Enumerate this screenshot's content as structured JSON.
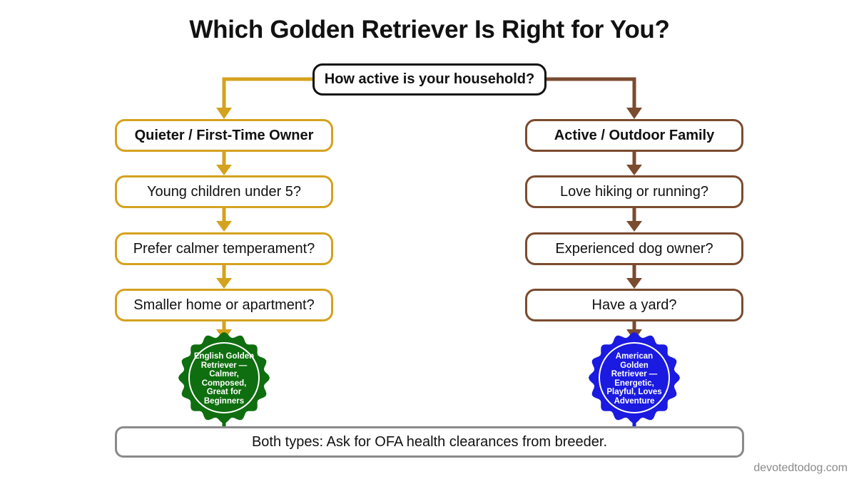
{
  "title": "Which Golden Retriever Is Right for You?",
  "root_question": "How active is your household?",
  "left_branch": {
    "heading": "Quieter / First-Time Owner",
    "questions": [
      "Young children under 5?",
      "Prefer calmer temperament?",
      "Smaller home or apartment?"
    ],
    "result_lines": [
      "English Golden",
      "Retriever —",
      "Calmer,",
      "Composed,",
      "Great for",
      "Beginners"
    ]
  },
  "right_branch": {
    "heading": "Active / Outdoor Family",
    "questions": [
      "Love hiking or running?",
      "Experienced dog owner?",
      "Have a yard?"
    ],
    "result_lines": [
      "American",
      "Golden",
      "Retriever —",
      "Energetic,",
      "Playful, Loves",
      "Adventure"
    ]
  },
  "footer_note": "Both types: Ask for OFA health clearances from breeder.",
  "watermark": "devotedtodog.com",
  "colors": {
    "left_branch": "#d4a21e",
    "right_branch": "#7b4b2f",
    "left_badge": "#0f6e0f",
    "right_badge": "#1a1ae0",
    "footer_border": "#8a8a8a"
  }
}
